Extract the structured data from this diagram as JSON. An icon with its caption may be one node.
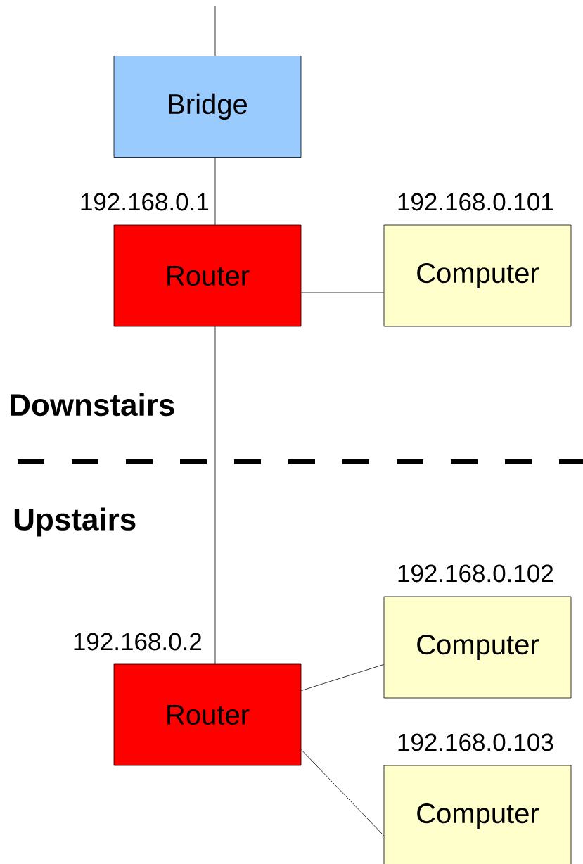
{
  "diagram": {
    "nodes": [
      {
        "text": [
          "Bridge"
        ]
      },
      {
        "text": [
          "Router"
        ],
        "beside": [
          "192.168.0.1"
        ]
      },
      {
        "text": [
          "Computer"
        ],
        "beside": [
          "192.168.0.101"
        ]
      },
      {
        "text": [
          "Router"
        ],
        "beside": [
          "192.168.0.2"
        ]
      },
      {
        "text": [
          "Computer"
        ],
        "beside": [
          "192.168.0.102"
        ]
      },
      {
        "text": [
          "Computer"
        ],
        "beside": [
          "192.168.0.103"
        ]
      }
    ],
    "edges": [
      {
        "from": null,
        "to": 0,
        "arrow": "none"
      },
      {
        "from": 0,
        "to": 1,
        "arrow": "none"
      },
      {
        "from": 1,
        "to": 2,
        "arrow": "none"
      },
      {
        "from": 1,
        "to": 3,
        "arrow": "none"
      },
      {
        "from": 3,
        "to": 4,
        "arrow": "none"
      },
      {
        "from": 3,
        "to": 5,
        "arrow": "none"
      }
    ],
    "labels": [
      "Downstairs",
      "Upstairs"
    ]
  }
}
